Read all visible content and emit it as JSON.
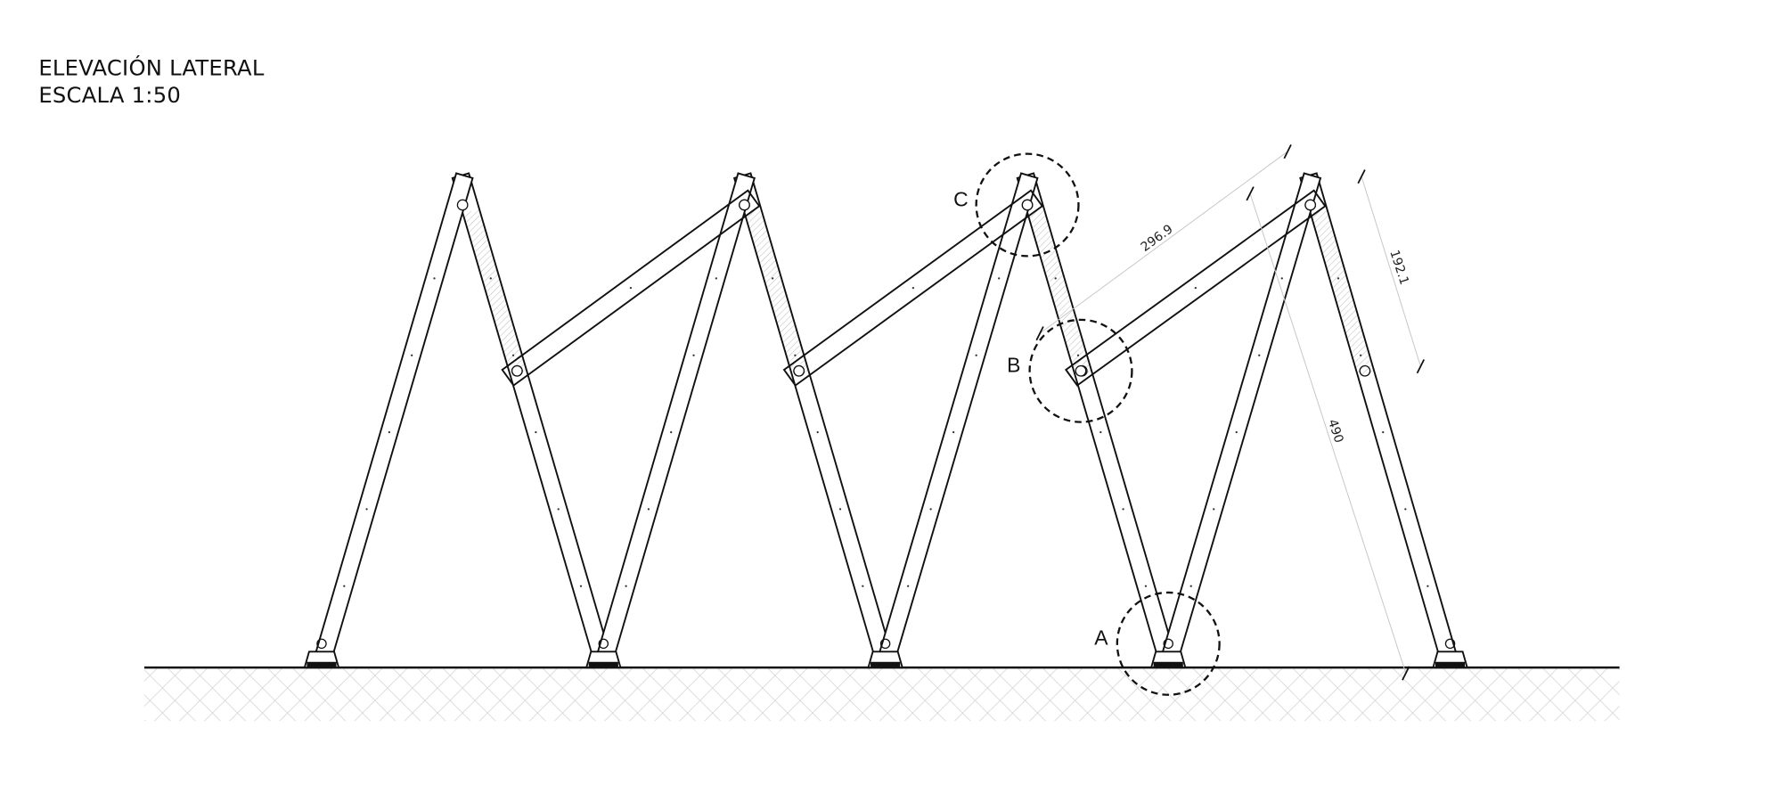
{
  "header": {
    "title": "ELEVACIÓN LATERAL",
    "scale": "ESCALA 1:50"
  },
  "details": {
    "a": "A",
    "b": "B",
    "c": "C"
  },
  "dimensions": {
    "brace_length": "296.9",
    "upper_leg_segment": "192.1",
    "leg_length": "490"
  },
  "colors": {
    "line": "#111111",
    "hatch": "#bbbbbb",
    "dim_line": "#c8c8c8"
  }
}
